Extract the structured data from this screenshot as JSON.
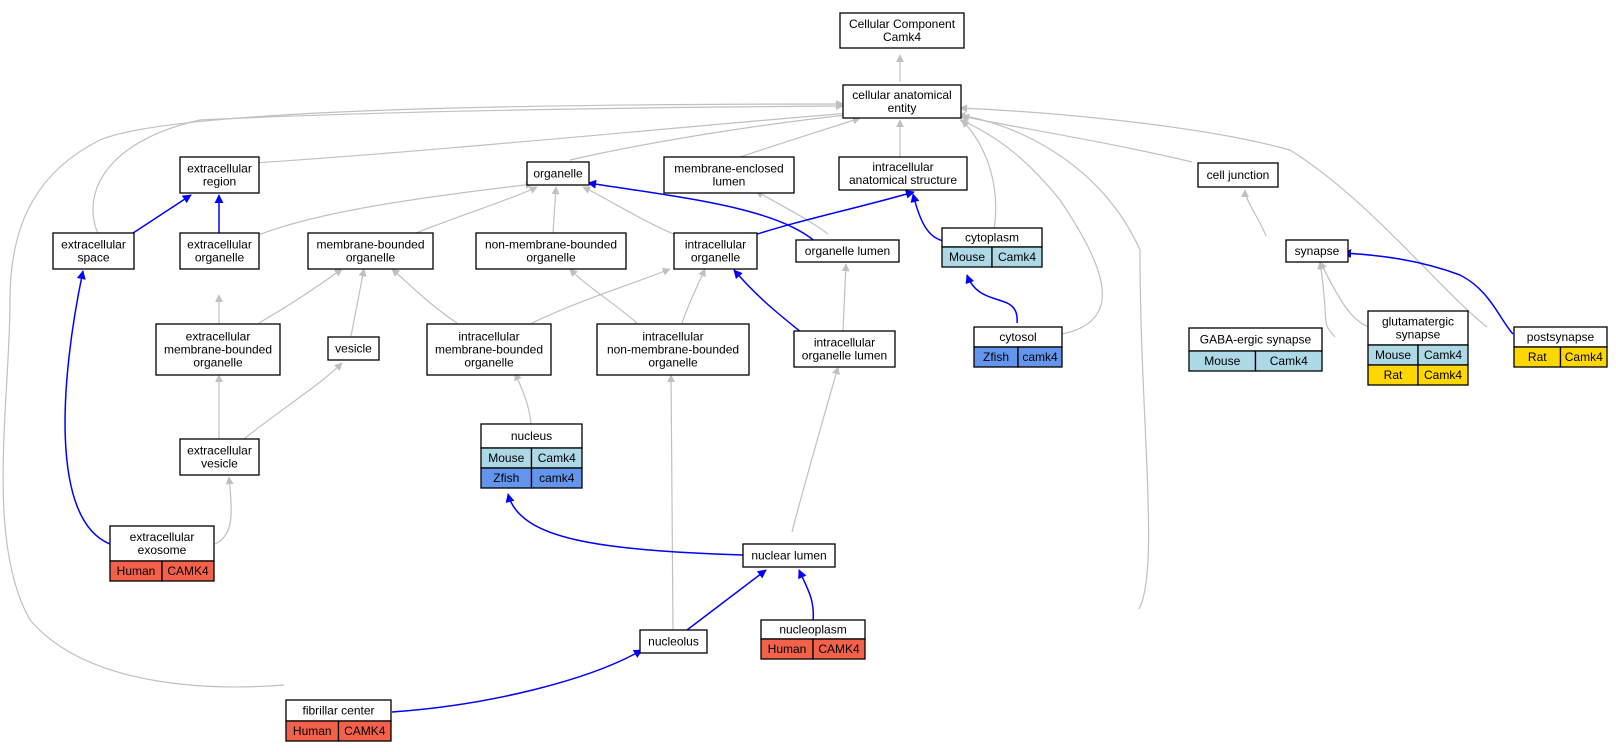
{
  "colors": {
    "gray_edge": "#c0c0c0",
    "blue_edge": "#0000ff",
    "human": "#f4614b",
    "mouse": "#add8e6",
    "zfish": "#6495ed",
    "rat": "#ffd700",
    "node_fill": "#ffffff"
  },
  "nodes": {
    "root": [
      "Cellular Component",
      "Camk4"
    ],
    "cae": [
      "cellular anatomical",
      "entity"
    ],
    "extracellular_region": [
      "extracellular",
      "region"
    ],
    "organelle": [
      "organelle"
    ],
    "membrane_enclosed_lumen": [
      "membrane-enclosed",
      "lumen"
    ],
    "intracellular_anatomical_structure": [
      "intracellular",
      "anatomical structure"
    ],
    "cell_junction": [
      "cell junction"
    ],
    "extracellular_space": [
      "extracellular",
      "space"
    ],
    "extracellular_organelle": [
      "extracellular",
      "organelle"
    ],
    "membrane_bounded_organelle": [
      "membrane-bounded",
      "organelle"
    ],
    "non_membrane_bounded_organelle": [
      "non-membrane-bounded",
      "organelle"
    ],
    "intracellular_organelle": [
      "intracellular",
      "organelle"
    ],
    "organelle_lumen": [
      "organelle lumen"
    ],
    "cytoplasm": [
      "cytoplasm"
    ],
    "synapse": [
      "synapse"
    ],
    "extracellular_membrane_bounded_organelle": [
      "extracellular",
      "membrane-bounded",
      "organelle"
    ],
    "vesicle": [
      "vesicle"
    ],
    "intracellular_membrane_bounded_organelle": [
      "intracellular",
      "membrane-bounded",
      "organelle"
    ],
    "intracellular_non_membrane_bounded_organelle": [
      "intracellular",
      "non-membrane-bounded",
      "organelle"
    ],
    "intracellular_organelle_lumen": [
      "intracellular",
      "organelle lumen"
    ],
    "cytosol": [
      "cytosol"
    ],
    "gaba_ergic_synapse": [
      "GABA-ergic synapse"
    ],
    "glutamatergic_synapse": [
      "glutamatergic",
      "synapse"
    ],
    "postsynapse": [
      "postsynapse"
    ],
    "extracellular_vesicle": [
      "extracellular",
      "vesicle"
    ],
    "nucleus": [
      "nucleus"
    ],
    "extracellular_exosome": [
      "extracellular",
      "exosome"
    ],
    "nuclear_lumen": [
      "nuclear lumen"
    ],
    "nucleolus": [
      "nucleolus"
    ],
    "nucleoplasm": [
      "nucleoplasm"
    ],
    "fibrillar_center": [
      "fibrillar center"
    ]
  },
  "annotations": {
    "cytoplasm": [
      [
        "Mouse",
        "Camk4"
      ]
    ],
    "cytosol": [
      [
        "Zfish",
        "camk4"
      ]
    ],
    "gaba_ergic_synapse": [
      [
        "Mouse",
        "Camk4"
      ]
    ],
    "glutamatergic_synapse": [
      [
        "Mouse",
        "Camk4"
      ],
      [
        "Rat",
        "Camk4"
      ]
    ],
    "postsynapse": [
      [
        "Rat",
        "Camk4"
      ]
    ],
    "nucleus": [
      [
        "Mouse",
        "Camk4"
      ],
      [
        "Zfish",
        "camk4"
      ]
    ],
    "extracellular_exosome": [
      [
        "Human",
        "CAMK4"
      ]
    ],
    "nucleoplasm": [
      [
        "Human",
        "CAMK4"
      ]
    ],
    "fibrillar_center": [
      [
        "Human",
        "CAMK4"
      ]
    ]
  }
}
